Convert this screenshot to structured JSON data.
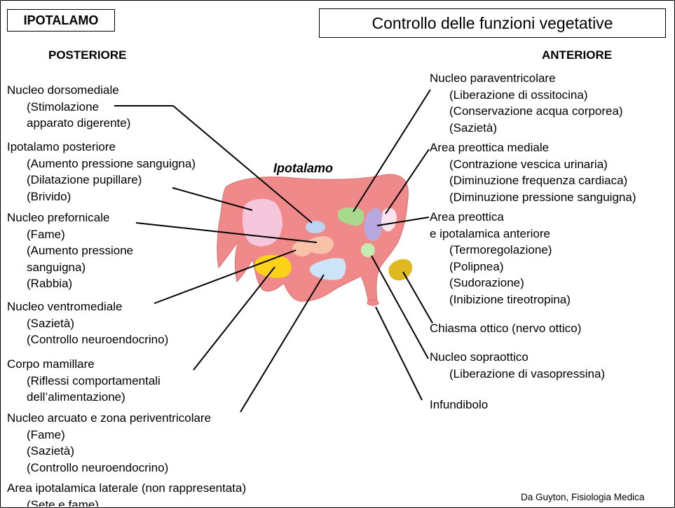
{
  "title_box": "IPOTALAMO",
  "header_box": "Controllo delle funzioni vegetative",
  "posterior_label": "POSTERIORE",
  "anterior_label": "ANTERIORE",
  "diagram_title": "Ipotalamo",
  "credit": "Da Guyton, Fisiologia Medica",
  "left": {
    "dorsomediale": {
      "head": "Nucleo dorsomediale",
      "l1": "(Stimolazione",
      "l2": "apparato digerente)"
    },
    "posteriore": {
      "head": "Ipotalamo posteriore",
      "l1": "(Aumento pressione sanguigna)",
      "l2": "(Dilatazione pupillare)",
      "l3": "(Brivido)"
    },
    "prefornicale": {
      "head": "Nucleo prefornicale",
      "l1": "(Fame)",
      "l2": "(Aumento pressione",
      "l3": "sanguigna)",
      "l4": "(Rabbia)"
    },
    "ventromediale": {
      "head": "Nucleo ventromediale",
      "l1": "(Sazietà)",
      "l2": "(Controllo neuroendocrino)"
    },
    "mamillare": {
      "head": "Corpo mamillare",
      "l1": "(Riflessi comportamentali",
      "l2": "dell’alimentazione)"
    },
    "arcuato": {
      "head": "Nucleo arcuato e zona periventricolare",
      "l1": "(Fame)",
      "l2": "(Sazietà)",
      "l3": "(Controllo neuroendocrino)"
    },
    "laterale": {
      "head": "Area ipotalamica laterale (non rappresentata)",
      "l1": "(Sete e fame)"
    }
  },
  "right": {
    "paraventricolare": {
      "head": "Nucleo paraventricolare",
      "l1": "(Liberazione di ossitocina)",
      "l2": "(Conservazione acqua corporea)",
      "l3": "(Sazietà)"
    },
    "preottica_mediale": {
      "head": "Area preottica mediale",
      "l1": "(Contrazione vescica urinaria)",
      "l2": "(Diminuzione frequenza cardiaca)",
      "l3": "(Diminuzione pressione sanguigna)"
    },
    "preottica_anteriore": {
      "head": "Area preottica",
      "head2": "e ipotalamica anteriore",
      "l1": "(Termoregolazione)",
      "l2": "(Polipnea)",
      "l3": "(Sudorazione)",
      "l4": "(Inibizione tireotropina)"
    },
    "chiasma": {
      "head": "Chiasma ottico (nervo ottico)"
    },
    "sopraottico": {
      "head": "Nucleo sopraottico",
      "l1": "(Liberazione di vasopressina)"
    },
    "infundibolo": {
      "head": "Infundibolo"
    }
  },
  "colors": {
    "hypothalamus_fill": "#f08a8a",
    "hypothalamus_stroke": "#d76f6f",
    "posterior_area": "#f6c6dc",
    "mamillary": "#ffd21a",
    "arcuate": "#cde3f8",
    "prefornical": "#f7c2a8",
    "dorsomedial": "#bcd4f2",
    "paraventricular": "#a8d88a",
    "preoptic_medial": "#b8a8e0",
    "preoptic_anterior": "#fbe3ee",
    "supraoptic": "#c6ecb0",
    "chiasm": "#e0b920"
  }
}
